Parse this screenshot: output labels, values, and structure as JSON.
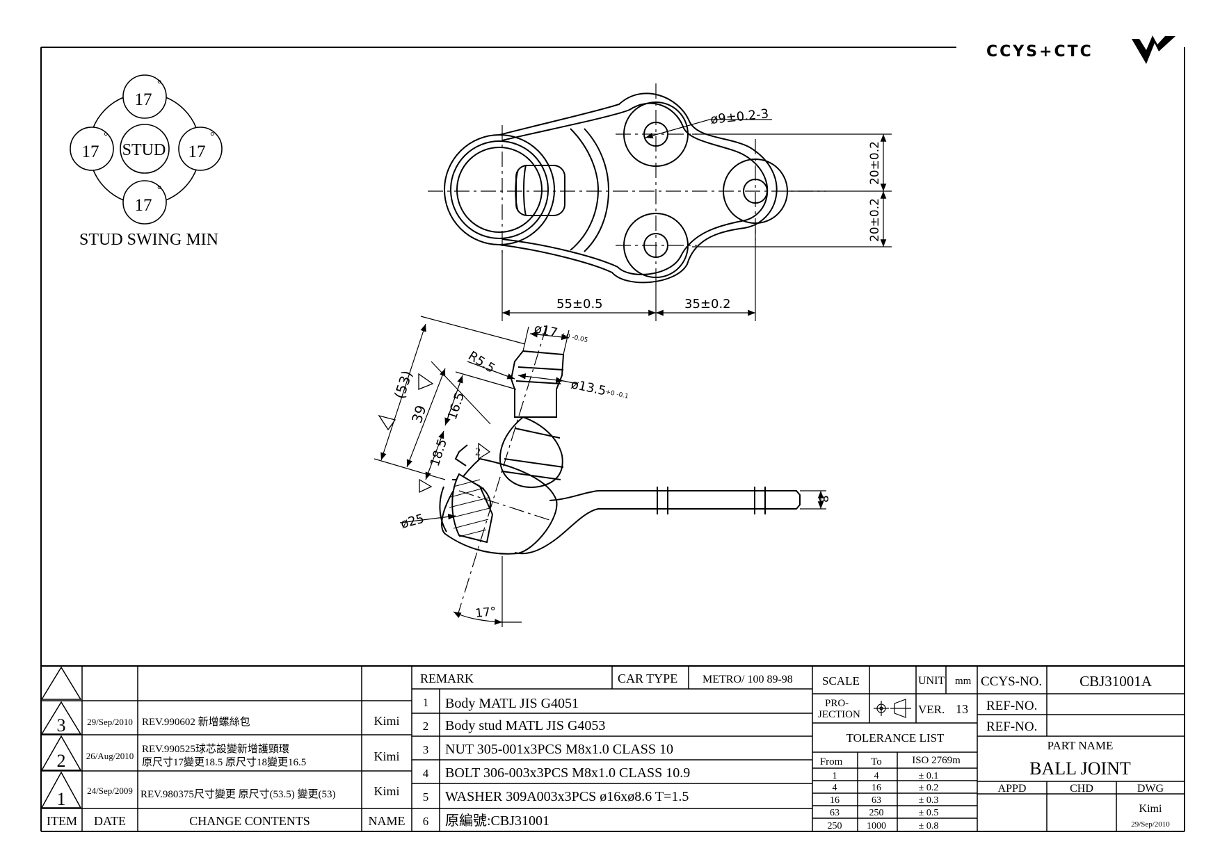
{
  "brand": {
    "logo_text": "CCYS+CTC"
  },
  "swing": {
    "top": "17",
    "left": "17",
    "right": "17",
    "bottom": "17",
    "degree": "°",
    "center": "STUD",
    "caption": "STUD SWING MIN"
  },
  "dims": {
    "hole": "ø9±0.2-3",
    "hole_upper": "20±0.2",
    "hole_lower": "20±0.2",
    "d55": "55±0.5",
    "d35": "35±0.2",
    "d17": "ø17",
    "d17_tol": "+0 -0.05",
    "r55": "R5.5",
    "d135": "ø13.5",
    "d135_tol": "+0 -0.1",
    "d53": "(53)",
    "d39": "39",
    "d165": "16.5",
    "d185": "18.5",
    "d25": "ø25",
    "d8": "8",
    "angle": "17°",
    "rev_mark": "2"
  },
  "revisions": [
    {
      "item": "3",
      "date": "29/Sep/2010",
      "content": "REV.990602  新增螺絲包",
      "name": "Kimi"
    },
    {
      "item": "2",
      "date": "26/Aug/2010",
      "content": "REV.990525球芯設變新增護頸環",
      "content2": "原尺寸17變更18.5   原尺寸18變更16.5",
      "name": "Kimi"
    },
    {
      "item": "1",
      "date": "24/Sep/2009",
      "content": "REV.980375尺寸變更 原尺寸(53.5) 變更(53)",
      "name": "Kimi"
    }
  ],
  "rev_header": {
    "item": "ITEM",
    "date": "DATE",
    "content": "CHANGE CONTENTS",
    "name": "NAME"
  },
  "remarks": {
    "label": "REMARK",
    "car_type_label": "CAR TYPE",
    "car_type": "METRO/ 100 89-98",
    "items": [
      {
        "no": "1",
        "text": "Body MATL JIS G4051"
      },
      {
        "no": "2",
        "text": "Body stud MATL JIS G4053"
      },
      {
        "no": "3",
        "text": "NUT 305-001x3PCS M8x1.0  CLASS 10"
      },
      {
        "no": "4",
        "text": "BOLT 306-003x3PCS M8x1.0  CLASS 10.9"
      },
      {
        "no": "5",
        "text": "WASHER 309A003x3PCS ø16xø8.6  T=1.5"
      },
      {
        "no": "6",
        "text": "原編號:CBJ31001"
      }
    ]
  },
  "spec": {
    "scale": "SCALE",
    "unit_label": "UNIT",
    "unit": "mm",
    "projection": [
      "PRO-",
      "JECTION"
    ],
    "ver_label": "VER.",
    "ver": "13"
  },
  "tolerance": {
    "title": "TOLERANCE LIST",
    "headers": [
      "From",
      "To",
      "ISO 2769m"
    ],
    "rows": [
      [
        "1",
        "4",
        "± 0.1"
      ],
      [
        "4",
        "16",
        "± 0.2"
      ],
      [
        "16",
        "63",
        "± 0.3"
      ],
      [
        "63",
        "250",
        "± 0.5"
      ],
      [
        "250",
        "1000",
        "± 0.8"
      ]
    ]
  },
  "title_block": {
    "ccys_label": "CCYS-NO.",
    "ccys_no": "CBJ31001A",
    "ref1": "REF-NO.",
    "ref2": "REF-NO.",
    "part_name_label": "PART NAME",
    "part_name": "BALL JOINT",
    "appd": "APPD",
    "chd": "CHD",
    "dwg": "DWG",
    "drawn_by": "Kimi",
    "drawn_date": "29/Sep/2010"
  }
}
